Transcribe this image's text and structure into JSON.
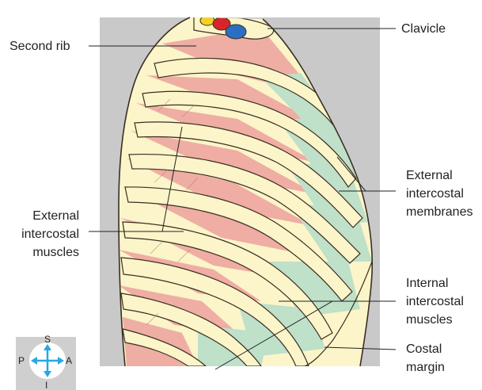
{
  "labels": {
    "second_rib": "Second rib",
    "clavicle": "Clavicle",
    "external_intercostal_muscles": [
      "External",
      "intercostal",
      "muscles"
    ],
    "external_intercostal_membranes": [
      "External",
      "intercostal",
      "membranes"
    ],
    "internal_intercostal_muscles": [
      "Internal",
      "intercostal",
      "muscles"
    ],
    "costal_margin": [
      "Costal",
      "margin"
    ]
  },
  "compass": {
    "superior": "S",
    "posterior": "P",
    "anterior": "A",
    "inferior": "I"
  },
  "colors": {
    "background_panel": "#c9c9c9",
    "bone": "#fbf5c9",
    "external_muscle": "#efaaa2",
    "membrane": "#bfe0c9",
    "outline": "#3a2e22",
    "artery": "#d7262b",
    "vein": "#2a6fc2",
    "nerve": "#f3d21f",
    "compass_arrow": "#27a7e3"
  }
}
